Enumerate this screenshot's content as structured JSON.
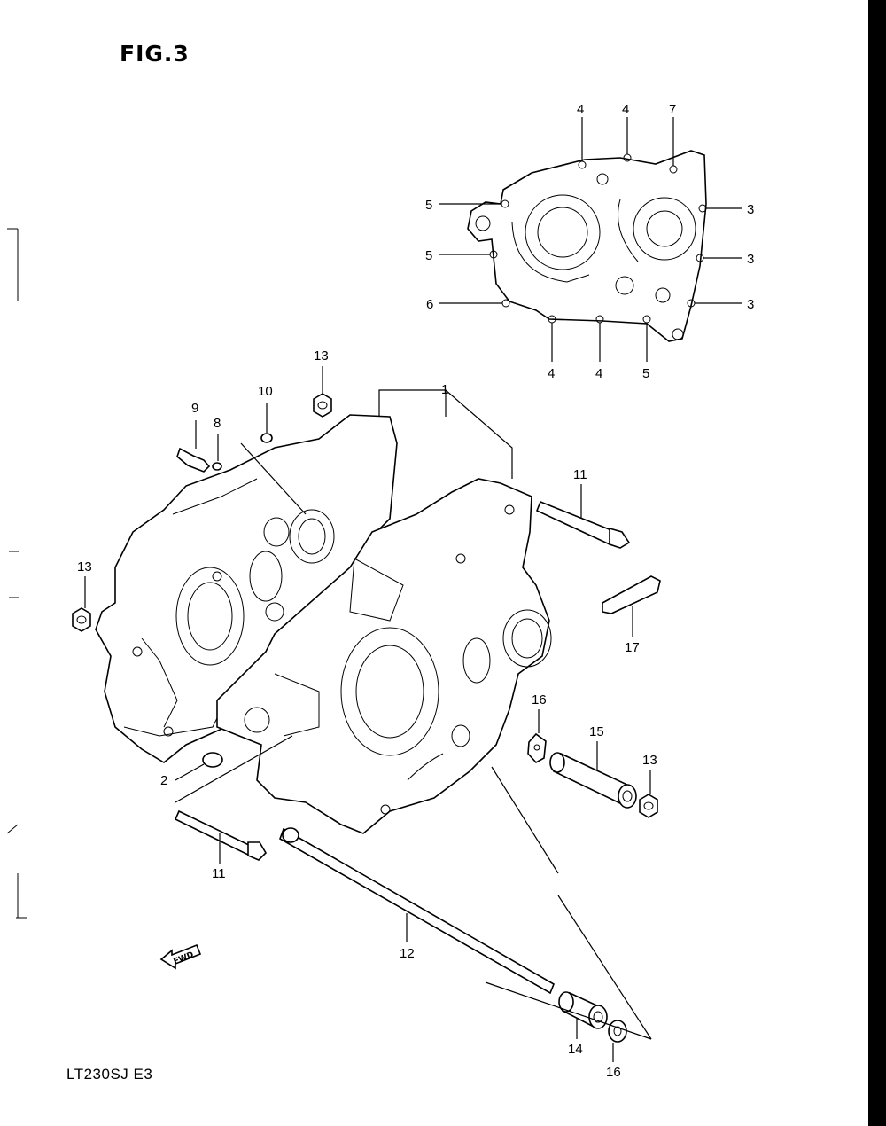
{
  "figure": {
    "title": "FIG.3",
    "model": "LT230SJ E3",
    "direction_label": "FWD"
  },
  "callouts": [
    {
      "id": "c1",
      "text": "1"
    },
    {
      "id": "c2",
      "text": "2"
    },
    {
      "id": "c3a",
      "text": "3"
    },
    {
      "id": "c3b",
      "text": "3"
    },
    {
      "id": "c3c",
      "text": "3"
    },
    {
      "id": "c4a",
      "text": "4"
    },
    {
      "id": "c4b",
      "text": "4"
    },
    {
      "id": "c4c",
      "text": "4"
    },
    {
      "id": "c4d",
      "text": "4"
    },
    {
      "id": "c5a",
      "text": "5"
    },
    {
      "id": "c5b",
      "text": "5"
    },
    {
      "id": "c5c",
      "text": "5"
    },
    {
      "id": "c6",
      "text": "6"
    },
    {
      "id": "c7",
      "text": "7"
    },
    {
      "id": "c8",
      "text": "8"
    },
    {
      "id": "c9",
      "text": "9"
    },
    {
      "id": "c10",
      "text": "10"
    },
    {
      "id": "c11a",
      "text": "11"
    },
    {
      "id": "c11b",
      "text": "11"
    },
    {
      "id": "c12",
      "text": "12"
    },
    {
      "id": "c13a",
      "text": "13"
    },
    {
      "id": "c13b",
      "text": "13"
    },
    {
      "id": "c13c",
      "text": "13"
    },
    {
      "id": "c14",
      "text": "14"
    },
    {
      "id": "c15",
      "text": "15"
    },
    {
      "id": "c16a",
      "text": "16"
    },
    {
      "id": "c16b",
      "text": "16"
    },
    {
      "id": "c17",
      "text": "17"
    }
  ]
}
